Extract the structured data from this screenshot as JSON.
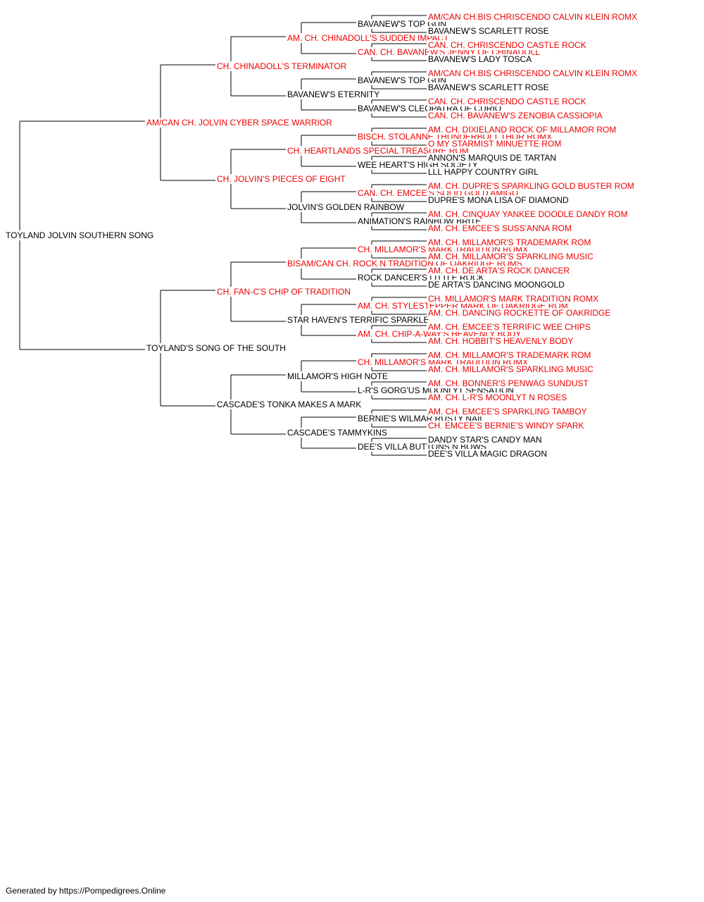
{
  "colors": {
    "champion": "#ee0000",
    "plain": "#000000",
    "lines": "#000000"
  },
  "pedigree": {
    "name": "TOYLAND JOLVIN SOUTHERN SONG",
    "champion": false,
    "sire": {
      "name": "AM/CAN CH. JOLVIN CYBER SPACE WARRIOR",
      "champion": true,
      "sire": {
        "name": "CH. CHINADOLL'S TERMINATOR",
        "champion": true,
        "sire": {
          "name": "AM. CH. CHINADOLL'S SUDDEN IMPACT",
          "champion": true,
          "sire": {
            "name": "BAVANEW'S TOP GUN",
            "champion": false,
            "sire": {
              "name": "AM/CAN CH.BIS CHRISCENDO CALVIN KLEIN ROMX",
              "champion": true
            },
            "dam": {
              "name": "BAVANEW'S SCARLETT ROSE",
              "champion": false
            }
          },
          "dam": {
            "name": "CAN. CH. BAVANEW'S JENNY OF CHINADOLL",
            "champion": true,
            "sire": {
              "name": "CAN. CH. CHRISCENDO CASTLE ROCK",
              "champion": true
            },
            "dam": {
              "name": "BAVANEW'S LADY TOSCA",
              "champion": false
            }
          }
        },
        "dam": {
          "name": "BAVANEW'S ETERNITY",
          "champion": false,
          "sire": {
            "name": "BAVANEW'S TOP GUN",
            "champion": false,
            "sire": {
              "name": "AM/CAN CH.BIS CHRISCENDO CALVIN KLEIN ROMX",
              "champion": true
            },
            "dam": {
              "name": "BAVANEW'S SCARLETT ROSE",
              "champion": false
            }
          },
          "dam": {
            "name": "BAVANEW'S CLEOPATRA OF CURIO",
            "champion": false,
            "sire": {
              "name": "CAN. CH. CHRISCENDO CASTLE ROCK",
              "champion": true
            },
            "dam": {
              "name": "CAN. CH. BAVANEW'S ZENOBIA CASSIOPIA",
              "champion": true
            }
          }
        }
      },
      "dam": {
        "name": "CH. JOLVIN'S PIECES OF EIGHT",
        "champion": true,
        "sire": {
          "name": "CH. HEARTLANDS SPECIAL TREASURE ROM",
          "champion": true,
          "sire": {
            "name": "BISCH. STOLANNE THUNDERBOLT THOR ROMX",
            "champion": true,
            "sire": {
              "name": "AM. CH. DIXIELAND ROCK OF MILLAMOR ROM",
              "champion": true
            },
            "dam": {
              "name": "O MY STARMIST MINUETTE ROM",
              "champion": true
            }
          },
          "dam": {
            "name": "WEE HEART'S HIGH SOCIETY",
            "champion": false,
            "sire": {
              "name": "ANNON'S MARQUIS DE TARTAN",
              "champion": false
            },
            "dam": {
              "name": "LLL HAPPY COUNTRY GIRL",
              "champion": false
            }
          }
        },
        "dam": {
          "name": "JOLVIN'S GOLDEN RAINBOW",
          "champion": false,
          "sire": {
            "name": "CAN. CH. EMCEE'S SOLID GOLD AMIGO",
            "champion": true,
            "sire": {
              "name": "AM. CH. DUPRE'S SPARKLING GOLD BUSTER ROM",
              "champion": true
            },
            "dam": {
              "name": "DUPRE'S MONA LISA OF DIAMOND",
              "champion": false
            }
          },
          "dam": {
            "name": "ANIMATION'S RAINBOW BRITE",
            "champion": false,
            "sire": {
              "name": "AM. CH. CINQUAY YANKEE DOODLE DANDY ROM",
              "champion": true
            },
            "dam": {
              "name": "AM. CH. EMCEE'S SUSS'ANNA ROM",
              "champion": true
            }
          }
        }
      }
    },
    "dam": {
      "name": "TOYLAND'S SONG OF THE SOUTH",
      "champion": false,
      "sire": {
        "name": "CH. FAN-C'S CHIP OF TRADITION",
        "champion": true,
        "sire": {
          "name": "BISAM/CAN CH. ROCK N TRADITION OF OAKRIDGE ROMS",
          "champion": true,
          "sire": {
            "name": "CH. MILLAMOR'S MARK TRADITION ROMX",
            "champion": true,
            "sire": {
              "name": "AM. CH. MILLAMOR'S TRADEMARK ROM",
              "champion": true
            },
            "dam": {
              "name": "AM. CH. MILLAMOR'S SPARKLING MUSIC",
              "champion": true
            }
          },
          "dam": {
            "name": "ROCK DANCER'S LITTLE ROCK",
            "champion": false,
            "sire": {
              "name": "AM. CH. DE ARTA'S ROCK DANCER",
              "champion": true
            },
            "dam": {
              "name": "DE ARTA'S DANCING MOONGOLD",
              "champion": false
            }
          }
        },
        "dam": {
          "name": "STAR HAVEN'S TERRIFIC SPARKLE",
          "champion": false,
          "sire": {
            "name": "AM. CH. STYLESTEPPER MARK OF OAKRIDGE ROM",
            "champion": true,
            "sire": {
              "name": "CH. MILLAMOR'S MARK TRADITION ROMX",
              "champion": true
            },
            "dam": {
              "name": "AM. CH. DANCING ROCKETTE OF OAKRIDGE",
              "champion": true
            }
          },
          "dam": {
            "name": "AM. CH. CHIP-A-WAY'S HEAVENLY BODY",
            "champion": true,
            "sire": {
              "name": "AM. CH. EMCEE'S TERRIFIC WEE CHIPS",
              "champion": true
            },
            "dam": {
              "name": "AM. CH. HOBBIT'S HEAVENLY BODY",
              "champion": true
            }
          }
        }
      },
      "dam": {
        "name": "CASCADE'S TONKA MAKES A MARK",
        "champion": false,
        "sire": {
          "name": "MILLAMOR'S HIGH NOTE",
          "champion": false,
          "sire": {
            "name": "CH. MILLAMOR'S MARK TRADITION ROMX",
            "champion": true,
            "sire": {
              "name": "AM. CH. MILLAMOR'S TRADEMARK ROM",
              "champion": true
            },
            "dam": {
              "name": "AM. CH. MILLAMOR'S SPARKLING MUSIC",
              "champion": true
            }
          },
          "dam": {
            "name": "L-R'S GORG'US MOONLYT SENSATION",
            "champion": false,
            "sire": {
              "name": "AM. CH. BONNER'S PENWAG SUNDUST",
              "champion": true
            },
            "dam": {
              "name": "AM. CH. L-R'S MOONLYT N ROSES",
              "champion": true
            }
          }
        },
        "dam": {
          "name": "CASCADE'S TAMMYKINS",
          "champion": false,
          "sire": {
            "name": "BERNIE'S WILMAR RUSTY NAIL",
            "champion": false,
            "sire": {
              "name": "AM. CH. EMCEE'S SPARKLING TAMBOY",
              "champion": true
            },
            "dam": {
              "name": "CH. EMCEE'S BERNIE'S WINDY SPARK",
              "champion": true
            }
          },
          "dam": {
            "name": "DEE'S VILLA BUTTONS N BOWS",
            "champion": false,
            "sire": {
              "name": "DANDY STAR'S CANDY MAN",
              "champion": false
            },
            "dam": {
              "name": "DEE'S VILLA MAGIC DRAGON",
              "champion": false
            }
          }
        }
      }
    }
  },
  "footer": {
    "text": "Generated by https://Pompedigrees.Online"
  }
}
